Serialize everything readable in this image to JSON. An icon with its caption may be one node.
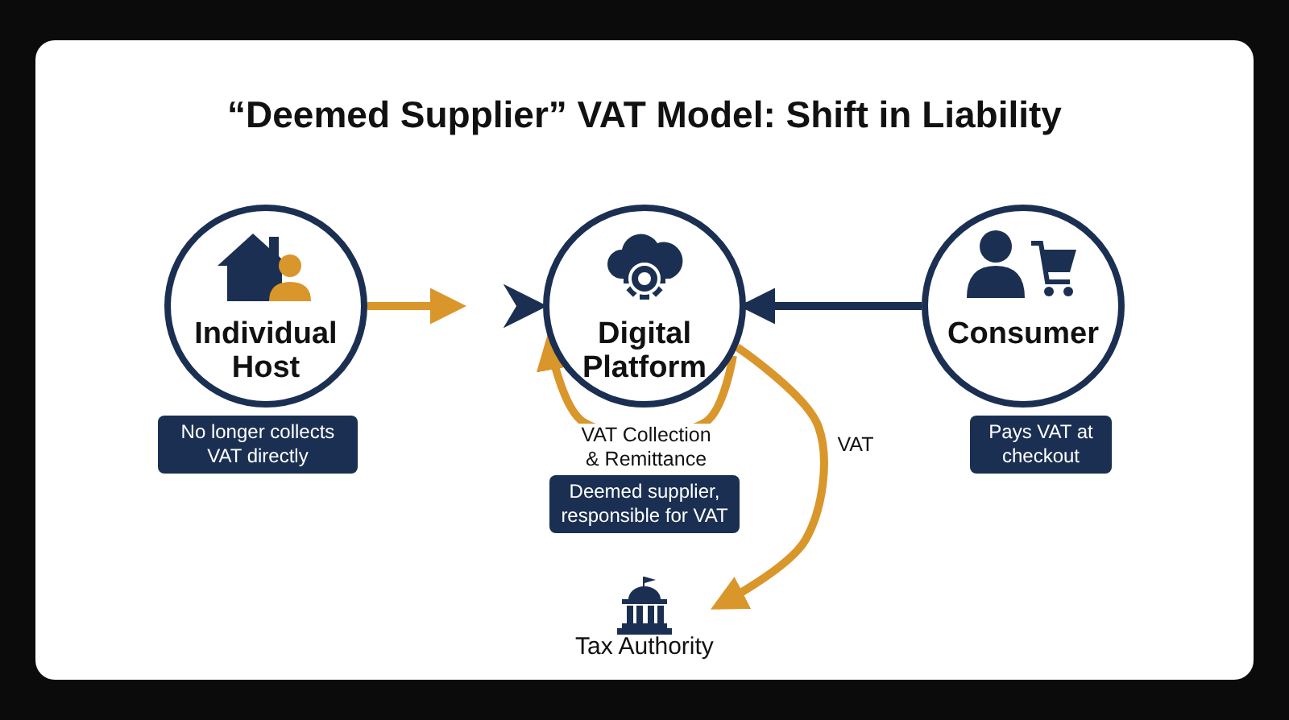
{
  "diagram": {
    "title": "“Deemed Supplier” VAT Model: Shift in Liability",
    "nodes": [
      {
        "text": [
          "Individual Host"
        ]
      },
      {
        "text": [
          "Digital Platform"
        ]
      },
      {
        "text": [
          "Consumer"
        ]
      },
      {
        "text": [
          "No longer collects VAT directly"
        ]
      },
      {
        "text": [
          "Deemed supplier, responsible for VAT"
        ]
      },
      {
        "text": [
          "Pays VAT at checkout"
        ]
      },
      {
        "text": [
          "Tax Authority"
        ]
      }
    ],
    "edges": [
      {
        "from": 0,
        "to": 1,
        "arrow": "to"
      },
      {
        "from": 2,
        "to": 1,
        "arrow": "to",
        "color": "#1b2f52"
      },
      {
        "from": 1,
        "to": 1,
        "arrow": "to",
        "label": "VAT Collection & Remittance"
      },
      {
        "from": 1,
        "to": 6,
        "arrow": "to",
        "label": "VAT"
      }
    ]
  }
}
